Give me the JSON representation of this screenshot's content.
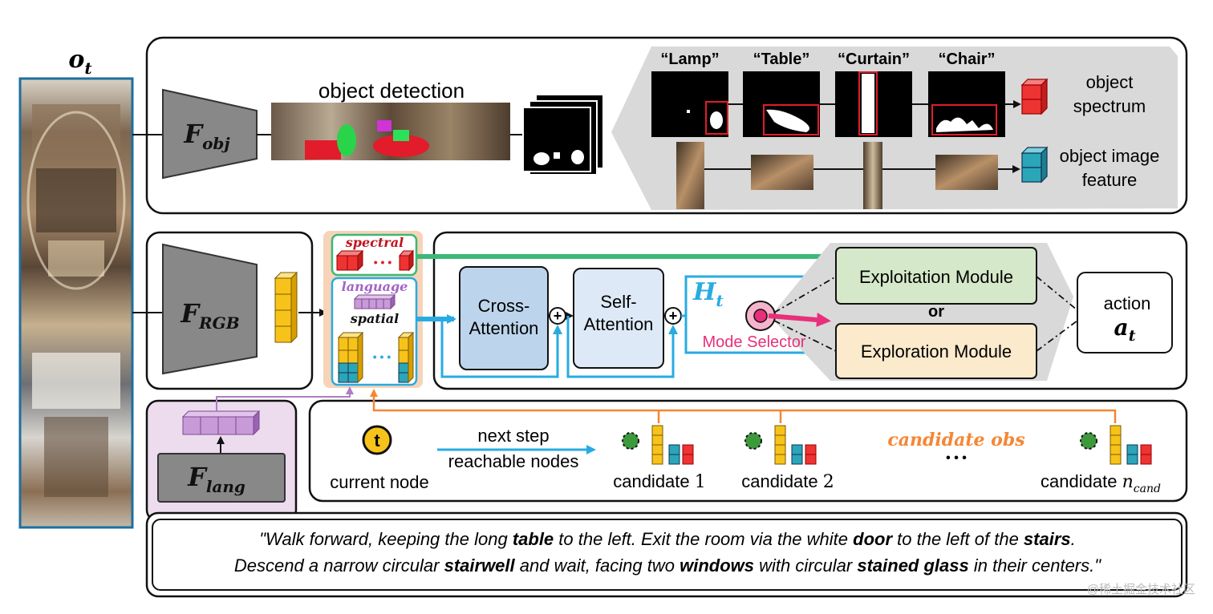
{
  "observation": {
    "symbol": "o",
    "subscript": "t"
  },
  "encoders": {
    "obj": {
      "symbol": "F",
      "subscript": "obj"
    },
    "rgb": {
      "symbol": "F",
      "subscript": "RGB"
    },
    "lang": {
      "symbol": "F",
      "subscript": "lang"
    }
  },
  "object_branch": {
    "detection_label": "object detection",
    "object_names": [
      "“Lamp”",
      "“Table”",
      "“Curtain”",
      "“Chair”"
    ],
    "spectrum_label": [
      "object",
      "spectrum"
    ],
    "image_feature_label": [
      "object image",
      "feature"
    ]
  },
  "feature_stack": {
    "spectral": "spectral",
    "spectral_dots": "• • •",
    "language": "language",
    "spatial": "spatial",
    "spatial_dots": "• • •"
  },
  "attention": {
    "cross": [
      "Cross-",
      "Attention"
    ],
    "self": [
      "Self-",
      "Attention"
    ],
    "plus": "+",
    "hidden_symbol": "H",
    "hidden_subscript": "t",
    "mode_selector": "Mode Selector"
  },
  "modules": {
    "exploitation": "Exploitation Module",
    "or": "or",
    "exploration": "Exploration Module",
    "action_label": "action",
    "action_symbol": "a",
    "action_subscript": "t"
  },
  "candidates": {
    "current_node_symbol": "t",
    "current_node_label": "current node",
    "next_step": [
      "next step",
      "reachable nodes"
    ],
    "candidate_obs": "candidate obs",
    "dots": "• • •",
    "items": [
      {
        "label": "candidate",
        "index": "1"
      },
      {
        "label": "candidate",
        "index": "2"
      },
      {
        "label": "candidate",
        "index": "n",
        "index_sub": "cand"
      }
    ]
  },
  "instruction": {
    "line1": [
      {
        "t": "\"Walk forward, keeping the long ",
        "b": false
      },
      {
        "t": "table",
        "b": true
      },
      {
        "t": " to the left. Exit the room via the white ",
        "b": false
      },
      {
        "t": "door",
        "b": true
      },
      {
        "t": " to the left of the ",
        "b": false
      },
      {
        "t": "stairs",
        "b": true
      },
      {
        "t": ".",
        "b": false
      }
    ],
    "line2": [
      {
        "t": "Descend a narrow circular ",
        "b": false
      },
      {
        "t": "stairwell",
        "b": true
      },
      {
        "t": " and wait, facing two ",
        "b": false
      },
      {
        "t": "windows",
        "b": true
      },
      {
        "t": " with circular ",
        "b": false
      },
      {
        "t": "stained glass",
        "b": true
      },
      {
        "t": " in their centers.\"",
        "b": false
      }
    ]
  },
  "watermark": "@稀土掘金技术社区",
  "colors": {
    "green": "#3cb878",
    "blue": "#29abe2",
    "orange": "#f58634",
    "pink": "#e8307a",
    "purple": "#b07cc6",
    "red_cube": "#ee3333",
    "teal_cube": "#2aa6b8",
    "yellow_cube": "#f7c31a",
    "exploit_fill": "#d5e8c9",
    "explore_fill": "#fbeacb",
    "cross_fill": "#bcd5ec",
    "self_fill": "#dde9f6"
  }
}
